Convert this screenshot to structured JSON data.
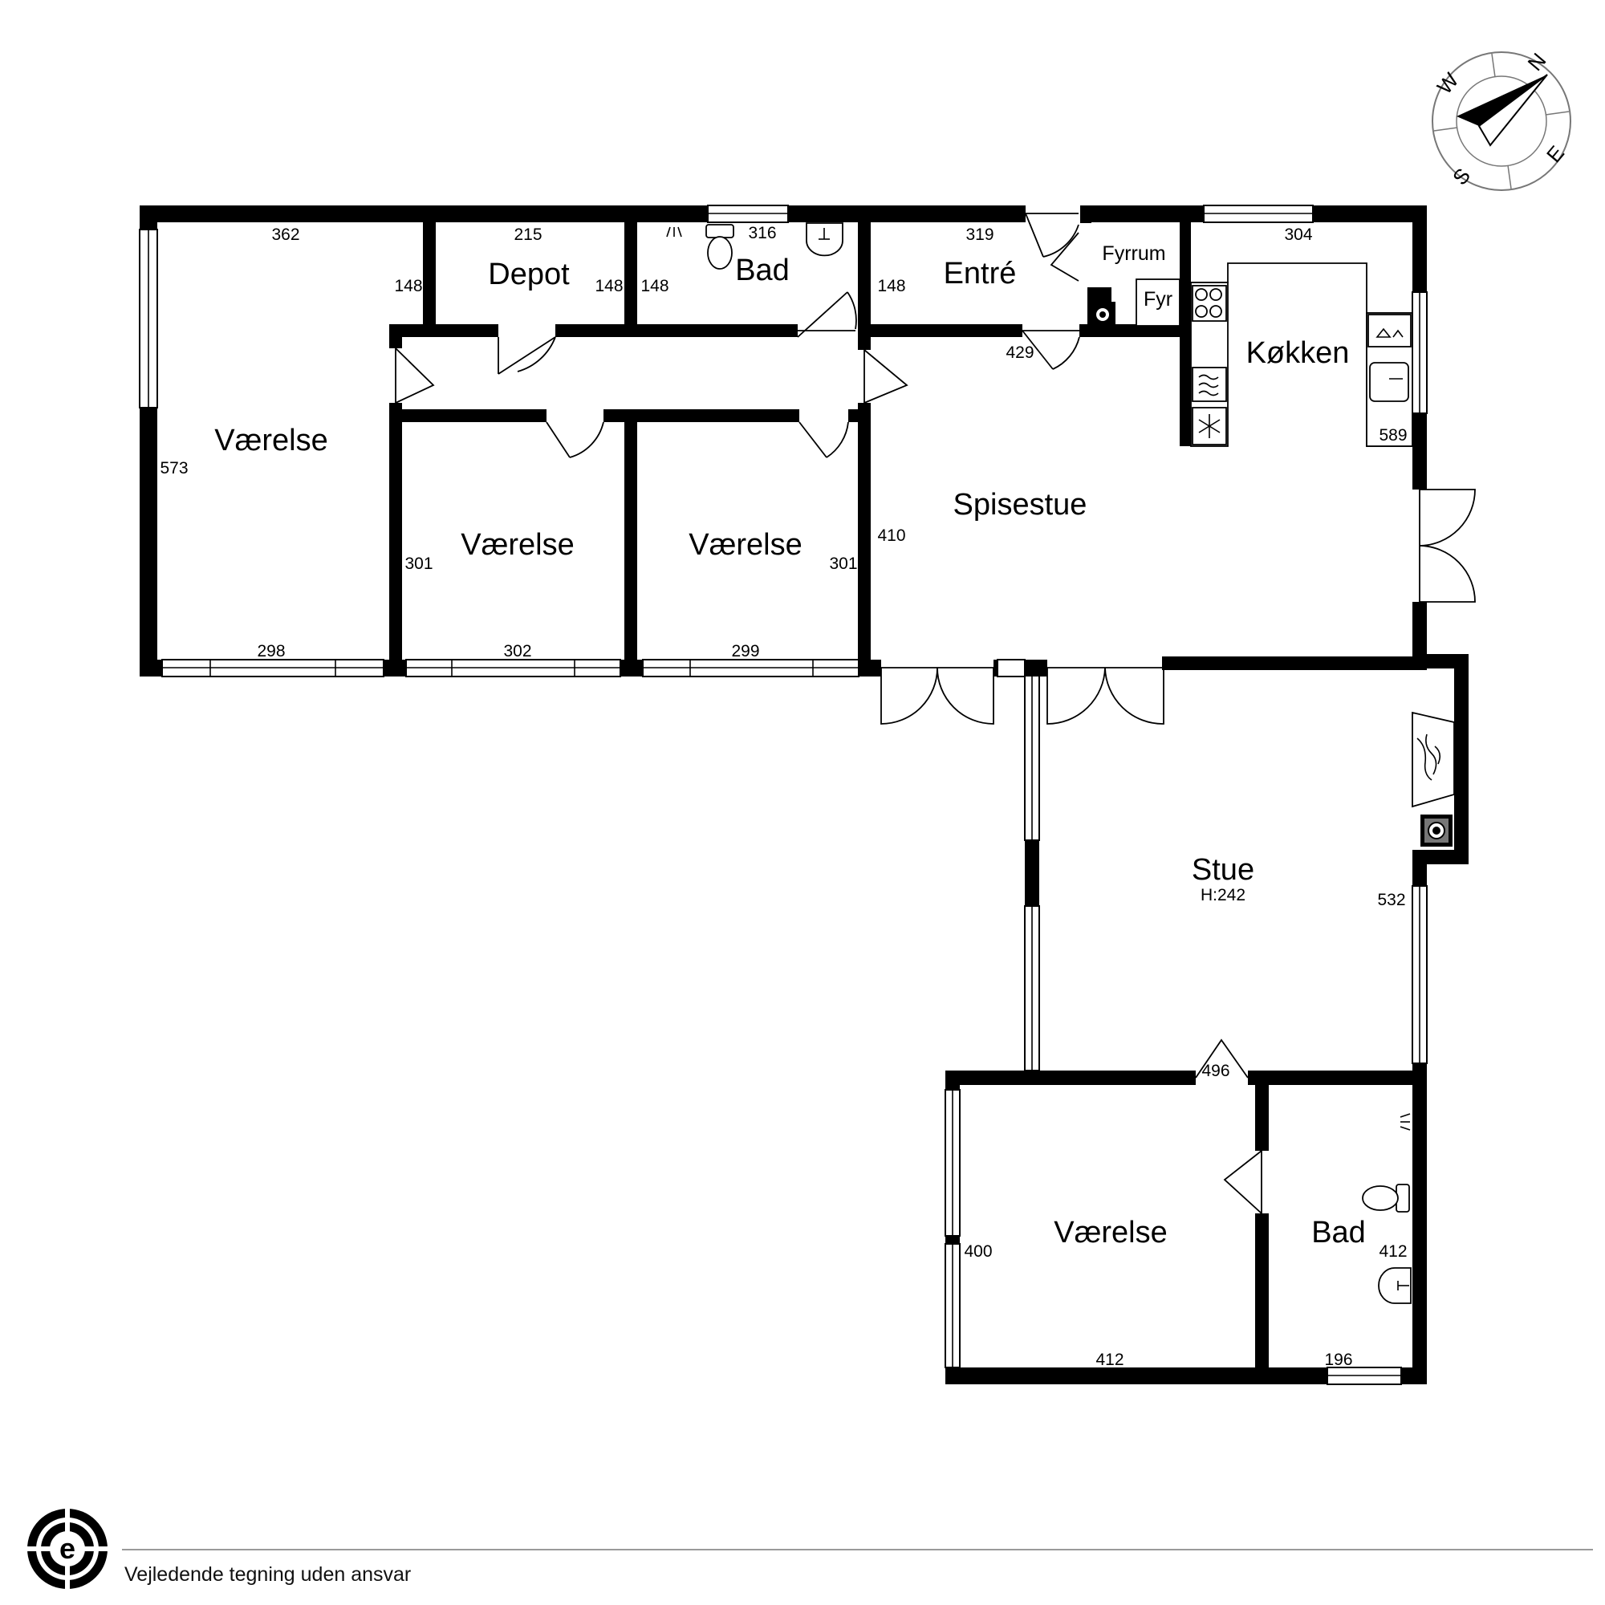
{
  "rooms": {
    "vaerelse_nw": "Værelse",
    "depot": "Depot",
    "bad_top": "Bad",
    "entre": "Entré",
    "fyrrum": "Fyrrum",
    "fyr": "Fyr",
    "koekken": "Køkken",
    "vaerelse_mid1": "Værelse",
    "vaerelse_mid2": "Værelse",
    "spisestue": "Spisestue",
    "stue": "Stue",
    "stue_height": "H:242",
    "vaerelse_se": "Værelse",
    "bad_bottom": "Bad"
  },
  "dimensions": {
    "d362": "362",
    "d215": "215",
    "d316": "316",
    "d319": "319",
    "d304": "304",
    "d148a": "148",
    "d148b": "148",
    "d148c": "148",
    "d148d": "148",
    "d429": "429",
    "d573": "573",
    "d589": "589",
    "d410": "410",
    "d301a": "301",
    "d301b": "301",
    "d298": "298",
    "d302": "302",
    "d299": "299",
    "d532": "532",
    "d496": "496",
    "d400": "400",
    "d412a": "412",
    "d412b": "412",
    "d196": "196"
  },
  "compass": {
    "n": "N",
    "e": "E",
    "s": "S",
    "w": "W"
  },
  "logo": {
    "letter": "e"
  },
  "footer": {
    "disclaimer": "Vejledende tegning uden ansvar"
  },
  "colors": {
    "wall": "#000000",
    "background": "#ffffff",
    "footer_rule": "#9a9a9a"
  }
}
